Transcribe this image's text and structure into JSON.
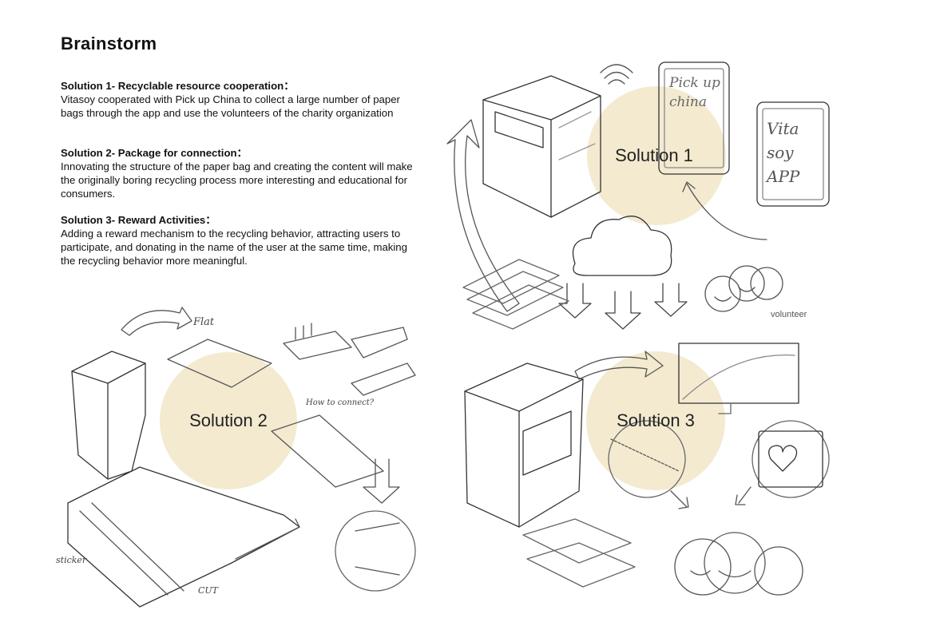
{
  "title": "Brainstorm",
  "solutions": [
    {
      "heading": "Solution 1- Recyclable resource cooperation：",
      "body": "Vitasoy cooperated with Pick up China to collect a large number of paper bags through the app and use the volunteers of the charity organization"
    },
    {
      "heading": "Solution 2- Package for connection：",
      "body": "Innovating the structure of the paper bag and creating the content will make the originally boring recycling process more interesting and educational for consumers."
    },
    {
      "heading": "Solution 3- Reward Activities：",
      "body": "Adding a reward mechanism to the recycling behavior, attracting users to participate, and donating in the name of the user at the same time, making the recycling behavior more meaningful."
    }
  ],
  "sketch_labels": {
    "solution1": "Solution 1",
    "solution2": "Solution 2",
    "solution3": "Solution 3",
    "volunteer": "volunteer",
    "flat": "Flat",
    "how_to_connect": "How to connect?",
    "sticker": "sticker",
    "cut": "CUT",
    "phone1": "Pick up china",
    "phone2": "Vita soy APP"
  },
  "colors": {
    "highlight_circle": "#f3ead0"
  }
}
